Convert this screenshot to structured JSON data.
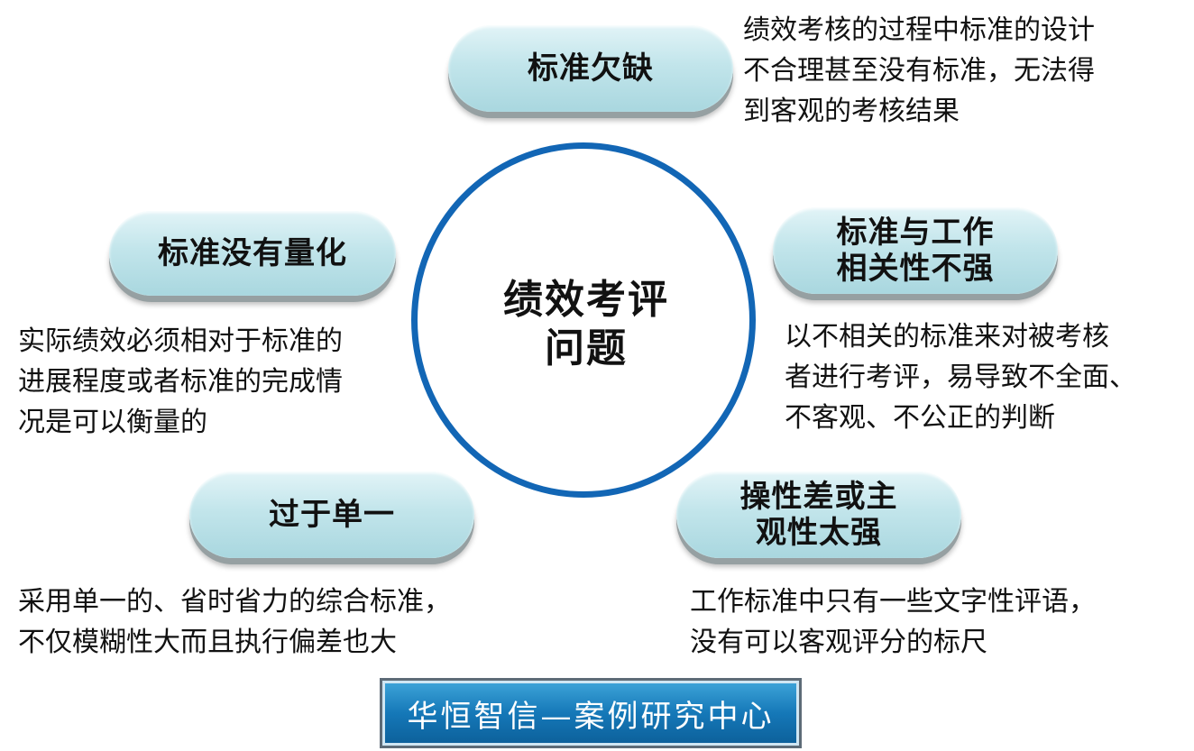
{
  "center": {
    "line1": "绩效考评",
    "line2": "问题"
  },
  "nodes": {
    "top": {
      "label": "标准欠缺",
      "desc": [
        "绩效考核的过程中标准的设计",
        "不合理甚至没有标准，无法得",
        "到客观的考核结果"
      ]
    },
    "left": {
      "label": "标准没有量化",
      "desc": [
        "实际绩效必须相对于标准的",
        "进展程度或者标准的完成情",
        "况是可以衡量的"
      ]
    },
    "right": {
      "label1": "标准与工作",
      "label2": "相关性不强",
      "desc": [
        "以不相关的标准来对被考核",
        "者进行考评，易导致不全面、",
        "不客观、不公正的判断"
      ]
    },
    "bottom_left": {
      "label": "过于单一",
      "desc": [
        "采用单一的、省时省力的综合标准，",
        "不仅模糊性大而且执行偏差也大"
      ]
    },
    "bottom_right": {
      "label1": "操性差或主",
      "label2": "观性太强",
      "desc": [
        "工作标准中只有一些文字性评语，",
        "没有可以客观评分的标尺"
      ]
    }
  },
  "footer": {
    "label": "华恒智信—案例研究中心"
  },
  "colors": {
    "circle_border": "#1266b5",
    "pill_fill": "#c2e5eb",
    "footer_fill": "#1578b8"
  }
}
